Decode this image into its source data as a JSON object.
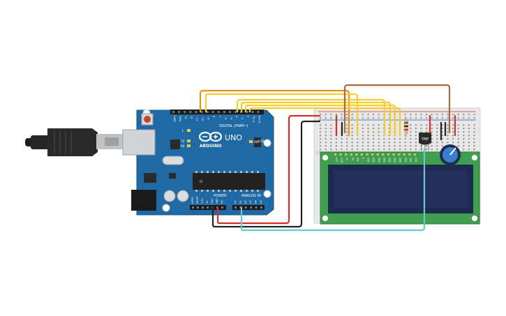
{
  "arduino": {
    "brand": "ARDUINO",
    "model": "UNO",
    "icsp_label": "ICSP",
    "on_label": "ON",
    "tx_label": "TX",
    "rx_label": "RX",
    "l_label": "L",
    "digital_header_label": "DIGITAL (PWM~)",
    "power_header_label": "POWER",
    "analog_header_label": "ANALOG IN",
    "digital_pins": [
      "AREF",
      "GND",
      "13",
      "12",
      "~11",
      "~10",
      "~9",
      "8",
      "7",
      "~6",
      "~5",
      "4",
      "~3",
      "2",
      "TX→1",
      "RX←0"
    ],
    "power_pins": [
      "IOREF",
      "RESET",
      "3.3V",
      "5V",
      "GND",
      "GND",
      "Vin"
    ],
    "analog_pins": [
      "A0",
      "A1",
      "A2",
      "A3",
      "A4",
      "A5"
    ]
  },
  "sensor": {
    "label": "TMP"
  },
  "lcd": {
    "pins": [
      "VSS",
      "VDD",
      "V0",
      "RS",
      "RW",
      "E",
      "DB0",
      "DB1",
      "DB2",
      "DB3",
      "DB4",
      "DB5",
      "DB6",
      "DB7",
      "LED",
      "LED"
    ]
  },
  "colors": {
    "board": "#1f6aa5",
    "breadboard": "#e8e8e8",
    "lcd_pcb": "#3f9e50",
    "lcd_screen": "#22305b",
    "wire_orange": "#e8901c",
    "wire_yellow": "#f2cf2e",
    "wire_red": "#d0312d",
    "wire_black": "#222222",
    "wire_brown": "#a36b3a",
    "wire_cyan": "#6bc6cf"
  },
  "icons": {
    "usb": "usb-cable-icon",
    "logo": "infinity-logo-icon"
  }
}
